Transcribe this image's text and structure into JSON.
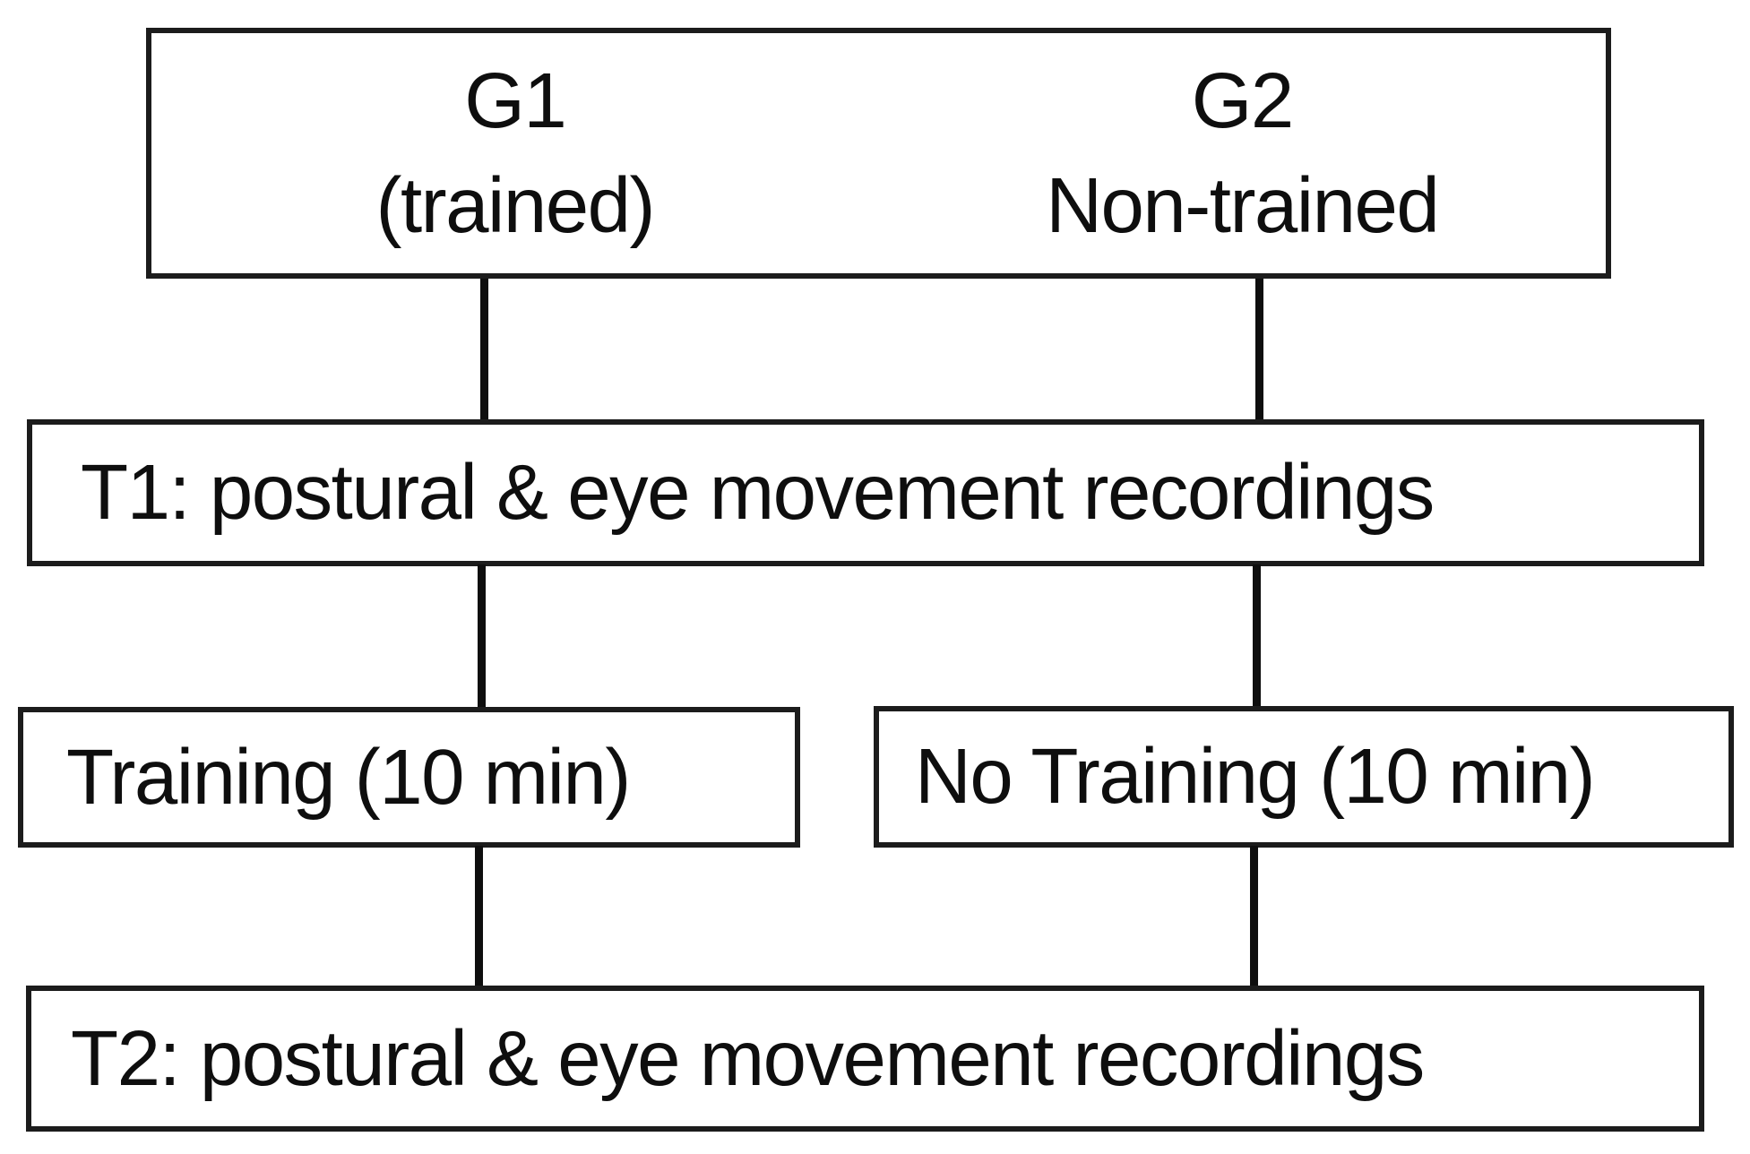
{
  "diagram": {
    "background_color": "#ffffff",
    "stroke_color": "#1c1c1c",
    "text_color": "#0e0e0e",
    "top_box": {
      "g1": {
        "title": "G1",
        "subtitle": "(trained)"
      },
      "g2": {
        "title": "G2",
        "subtitle": "Non-trained"
      }
    },
    "t1_label": "T1: postural & eye movement recordings",
    "training_label": "Training (10 min)",
    "no_training_label": "No Training (10 min)",
    "t2_label": "T2: postural & eye movement recordings"
  }
}
